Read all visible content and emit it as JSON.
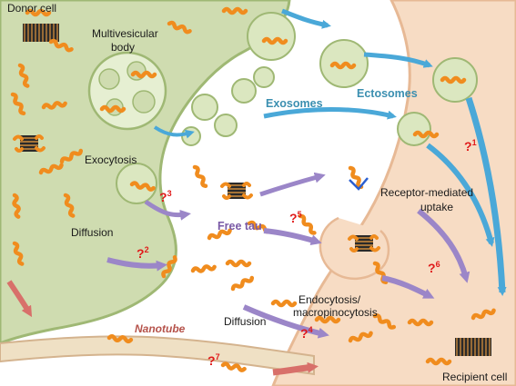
{
  "labels": {
    "donor_cell": "Donor cell",
    "mvb_line1": "Multivesicular",
    "mvb_line2": "body",
    "exosomes": "Exosomes",
    "ectosomes": "Ectosomes",
    "exocytosis": "Exocytosis",
    "free_tau": "Free tau",
    "diffusion_left": "Diffusion",
    "receptor_line1": "Receptor-mediated",
    "receptor_line2": "uptake",
    "endo_line1": "Endocytosis/",
    "endo_line2": "macropinocytosis",
    "diffusion_bottom": "Diffusion",
    "nanotube": "Nanotube",
    "recipient_cell": "Recipient cell"
  },
  "questions": [
    {
      "id": "q1",
      "mark": "?",
      "num": "1"
    },
    {
      "id": "q2",
      "mark": "?",
      "num": "2"
    },
    {
      "id": "q3",
      "mark": "?",
      "num": "3"
    },
    {
      "id": "q4",
      "mark": "?",
      "num": "4"
    },
    {
      "id": "q5",
      "mark": "?",
      "num": "5"
    },
    {
      "id": "q6",
      "mark": "?",
      "num": "6"
    },
    {
      "id": "q7",
      "mark": "?",
      "num": "7"
    }
  ],
  "colors": {
    "donor_fill": "#cfdcb0",
    "recipient_fill": "#f7dcc4",
    "membrane": "#6f8b3a",
    "tau": "#f08c1e",
    "arrow_blue": "#4aa8d8",
    "arrow_purple": "#9b86c8",
    "arrow_red": "#d8706a",
    "question": "#e01a1a"
  }
}
